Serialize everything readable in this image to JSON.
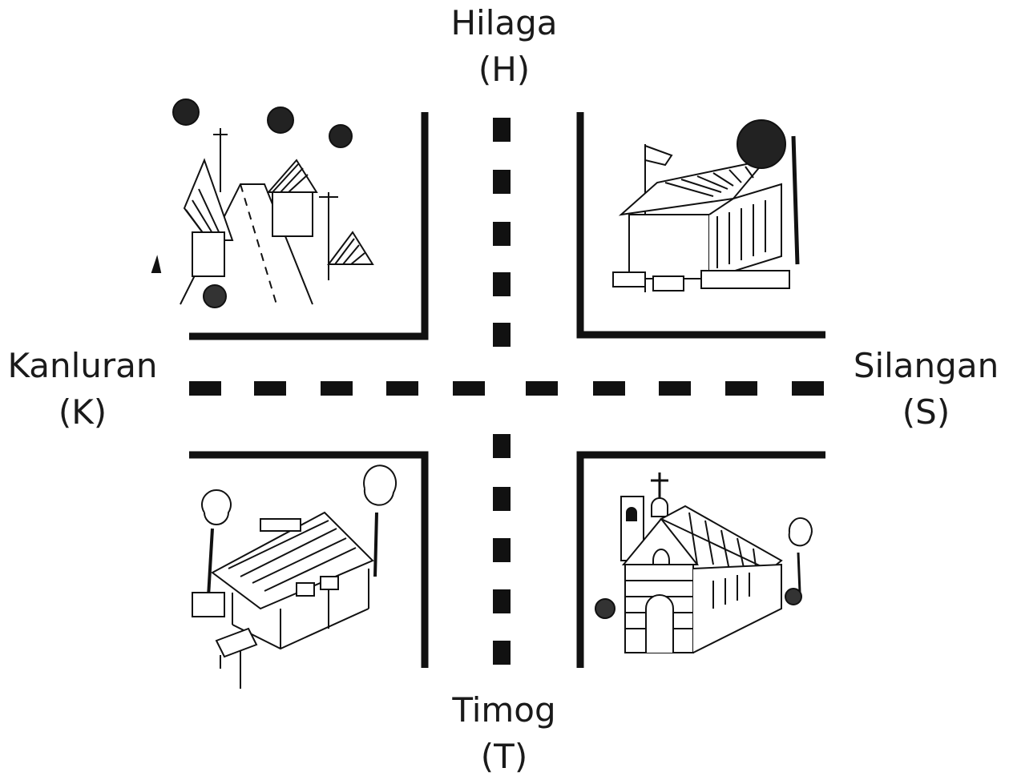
{
  "directions": {
    "north": {
      "name": "Hilaga",
      "abbr": "(H)"
    },
    "south": {
      "name": "Timog",
      "abbr": "(T)"
    },
    "west": {
      "name": "Kanluran",
      "abbr": "(K)"
    },
    "east": {
      "name": "Silangan",
      "abbr": "(S)"
    }
  },
  "colors": {
    "ink": "#111111",
    "paper": "#ffffff"
  },
  "icons": {
    "north_west": "village-street-icon",
    "north_east": "school-building-icon",
    "south_west": "market-pavilion-icon",
    "south_east": "church-icon"
  }
}
